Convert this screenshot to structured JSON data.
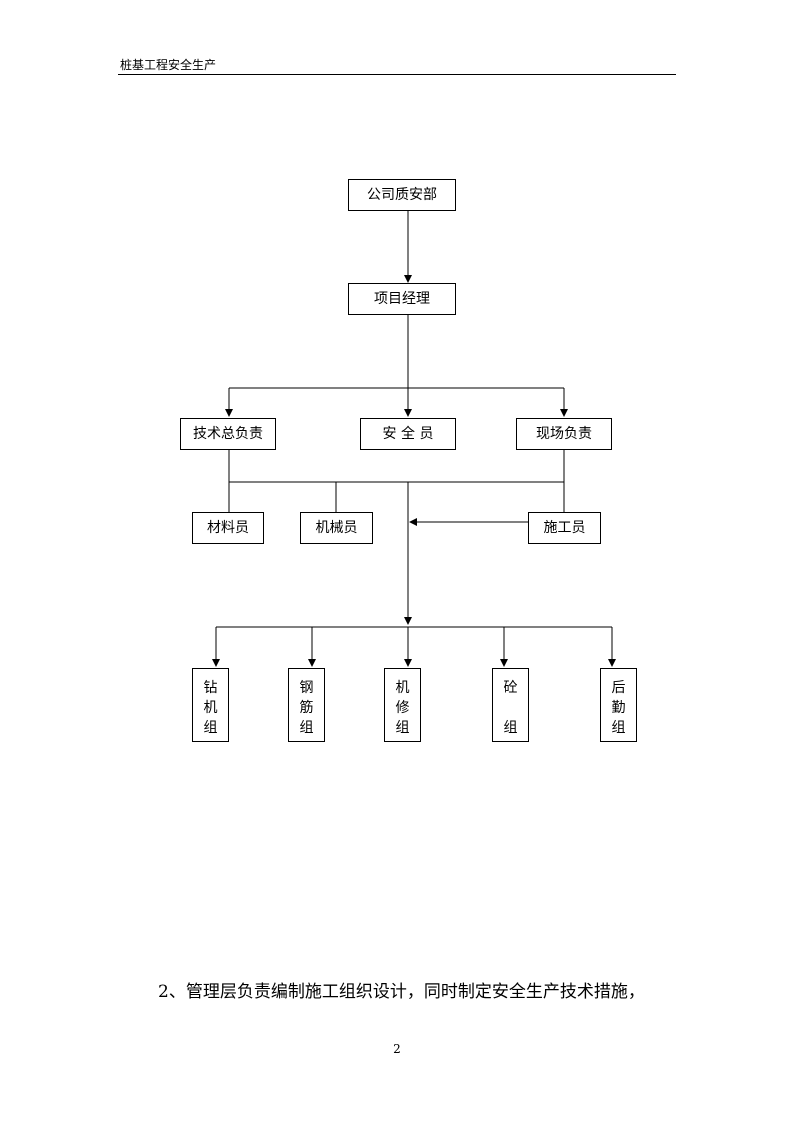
{
  "header": {
    "title": "桩基工程安全生产"
  },
  "org_chart": {
    "top": "公司质安部",
    "manager": "项目经理",
    "level2": [
      "技术总负责",
      "安 全 员",
      "现场负责"
    ],
    "level3": [
      "材料员",
      "机械员",
      "施工员"
    ],
    "groups": [
      [
        "钻",
        "机",
        "组"
      ],
      [
        "钢",
        "筋",
        "组"
      ],
      [
        "机",
        "修",
        "组"
      ],
      [
        "砼",
        "",
        "组"
      ],
      [
        "后",
        "勤",
        "组"
      ]
    ]
  },
  "body": {
    "paragraph": "2、管理层负责编制施工组织设计，同时制定安全生产技术措施，"
  },
  "page_number": "2"
}
